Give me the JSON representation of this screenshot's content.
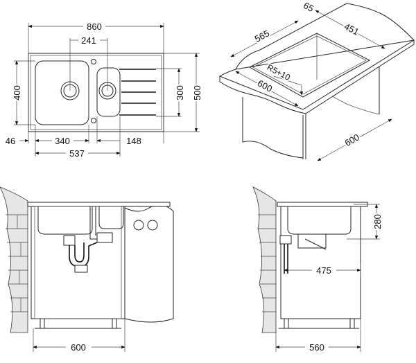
{
  "plan_view": {
    "width_total": "860",
    "drain_spacing": "241",
    "bowl_depth": "400",
    "small_bowl_depth": "300",
    "depth_total": "500",
    "edge_offset": "46",
    "main_bowl_width": "340",
    "small_bowl_width": "148",
    "bowls_span": "537"
  },
  "cutout_view": {
    "edge_margin": "65",
    "cutout_length": "565",
    "cutout_width": "451",
    "corner_radius": "R5+10",
    "counter_depth": "600",
    "cabinet_width": "600"
  },
  "front_elevation": {
    "cabinet_width": "600"
  },
  "side_elevation": {
    "bowl_height": "280",
    "drain_offset": "475",
    "cabinet_depth": "560"
  }
}
